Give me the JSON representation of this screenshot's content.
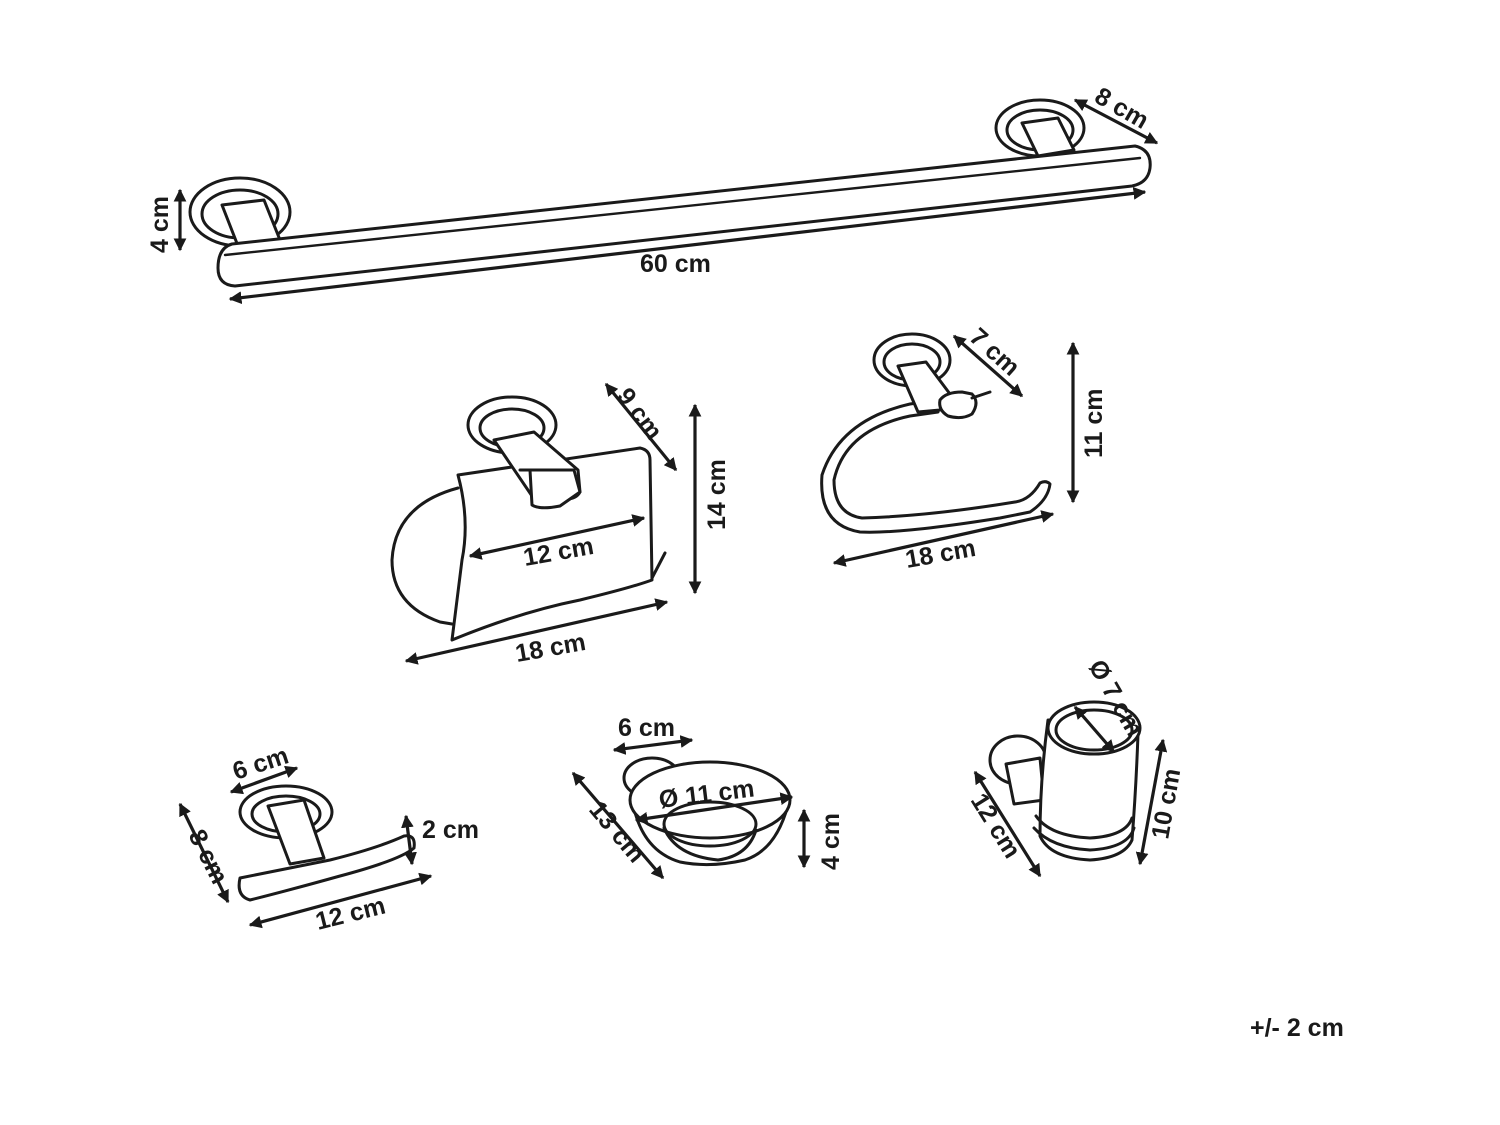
{
  "items": {
    "towel_bar": {
      "length": "60 cm",
      "height": "4 cm",
      "depth": "8 cm"
    },
    "toilet_roll_holder": {
      "depth": "9 cm",
      "height": "14 cm",
      "inner_width": "12 cm",
      "width": "18 cm"
    },
    "towel_ring": {
      "depth": "7 cm",
      "height": "11 cm",
      "width": "18 cm"
    },
    "robe_hook": {
      "depth": "6 cm",
      "height": "8 cm",
      "thickness": "2 cm",
      "width": "12 cm"
    },
    "soap_dish": {
      "mount": "6 cm",
      "diameter": "Ø 11 cm",
      "depth": "13 cm",
      "height": "4 cm"
    },
    "tumbler_holder": {
      "diameter": "Ø 7 cm",
      "depth": "12 cm",
      "height": "10 cm"
    }
  },
  "tolerance": "+/- 2 cm"
}
